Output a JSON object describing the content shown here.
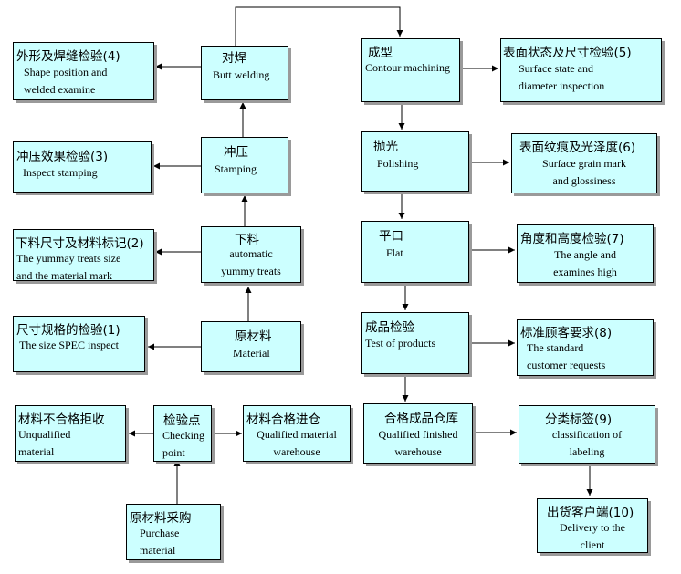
{
  "nodes": {
    "butt_welding": {
      "cn": "对焊",
      "en": "Butt welding"
    },
    "appearance": {
      "cn": "外形及焊缝检验(4)",
      "en": "Shape position and\nwelded examine"
    },
    "stamping": {
      "cn": "冲压",
      "en": "Stamping"
    },
    "stamping_check": {
      "cn": "冲压效果检验(3)",
      "en": "Inspect stamping"
    },
    "blanking": {
      "cn": "下料",
      "en": "automatic\nyummy treats"
    },
    "blank_size": {
      "cn": "下料尺寸及材料标记(2)",
      "en": "The yummay treats size\nand the material mark"
    },
    "material": {
      "cn": "原材料",
      "en": "Material"
    },
    "spec_check": {
      "cn": "尺寸规格的检验(1)",
      "en": "The size SPEC inspect"
    },
    "unqualified": {
      "cn": "材料不合格拒收",
      "en": "Unqualified\nmaterial"
    },
    "checking_point": {
      "cn": "检验点",
      "en": "Checking\npoint"
    },
    "qualified_warehouse": {
      "cn": "材料合格进仓",
      "en": "Qualified material\nwarehouse"
    },
    "purchase": {
      "cn": "原材料采购",
      "en": "Purchase\nmaterial"
    },
    "forming": {
      "cn": "成型",
      "en": "Contour machining"
    },
    "surface_state": {
      "cn": "表面状态及尺寸检验(5)",
      "en": "Surface state and\ndiameter inspection"
    },
    "polishing": {
      "cn": "抛光",
      "en": "Polishing"
    },
    "surface_grain": {
      "cn": "表面纹痕及光泽度(6)",
      "en": "Surface grain mark\nand glossiness"
    },
    "flat": {
      "cn": "平口",
      "en": "Flat"
    },
    "angle_height": {
      "cn": "角度和高度检验(7)",
      "en": "The angle and\nexamines high"
    },
    "product_test": {
      "cn": "成品检验",
      "en": "Test of products"
    },
    "customer_std": {
      "cn": "标准顾客要求(8)",
      "en": "The standard\ncustomer requests"
    },
    "finished_warehouse": {
      "cn": "合格成品仓库",
      "en": "Qualified finished\nwarehouse"
    },
    "labeling": {
      "cn": "分类标签(9)",
      "en": "classification  of\nlabeling"
    },
    "delivery": {
      "cn": "出货客户端(10)",
      "en": "Delivery to the\nclient"
    }
  }
}
